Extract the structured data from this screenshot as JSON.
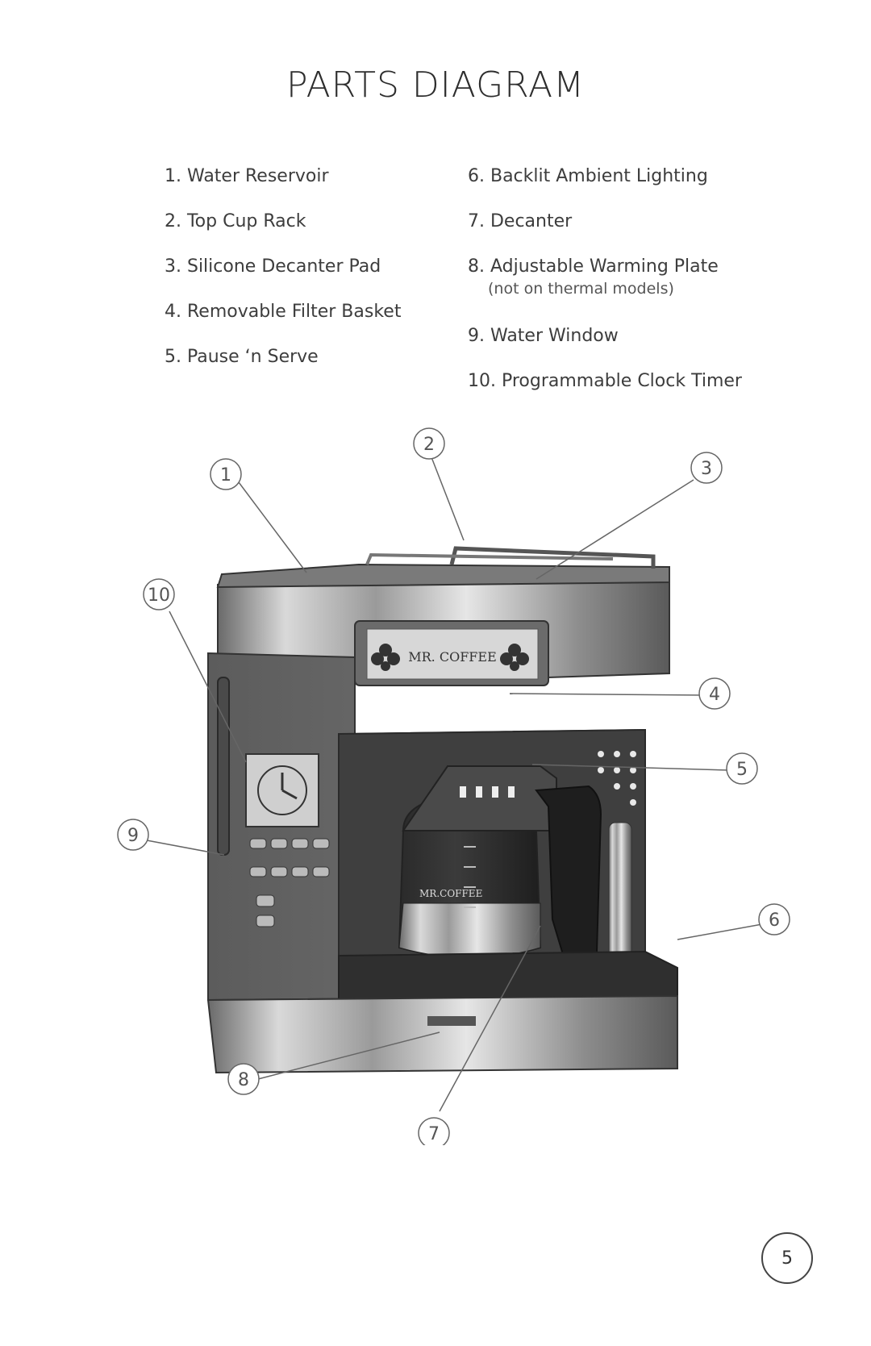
{
  "page": {
    "title": "PARTS DIAGRAM",
    "page_number": "5"
  },
  "parts_left": [
    {
      "text": "1.  Water Reservoir"
    },
    {
      "text": "2.  Top Cup Rack"
    },
    {
      "text": "3.  Silicone Decanter Pad"
    },
    {
      "text": "4.  Removable Filter Basket"
    },
    {
      "text": "5.  Pause ‘n Serve"
    }
  ],
  "parts_right": [
    {
      "text": "6.  Backlit Ambient Lighting"
    },
    {
      "text": "7.  Decanter"
    },
    {
      "text": "8. Adjustable Warming Plate",
      "note": "(not on thermal models)"
    },
    {
      "text": "9. Water Window"
    },
    {
      "text": "10. Programmable Clock Timer"
    }
  ],
  "callouts": [
    "1",
    "2",
    "3",
    "4",
    "5",
    "6",
    "7",
    "8",
    "9",
    "10"
  ],
  "brand": {
    "logo_text": "MR. COFFEE",
    "decanter_logo": "MR.COFFEE"
  }
}
